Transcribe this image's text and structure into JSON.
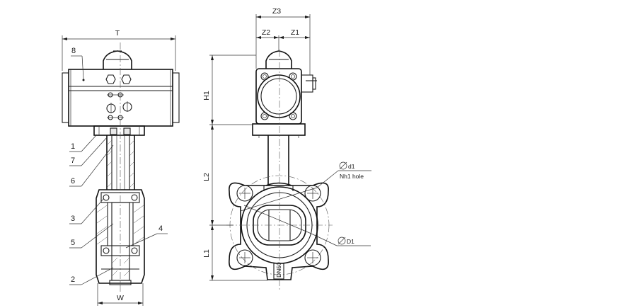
{
  "front_view": {
    "dimensions": {
      "overall_width": "T",
      "body_width": "W"
    },
    "callouts": [
      "8",
      "1",
      "7",
      "6",
      "3",
      "5",
      "2",
      "4"
    ]
  },
  "side_view": {
    "dimensions": {
      "top_width": "Z3",
      "left_offset": "Z2",
      "right_offset": "Z1",
      "actuator_height": "H1",
      "neck_height": "L2",
      "lower_height": "L1"
    },
    "annotations": {
      "bolt_hole_dia": "d1",
      "bolt_hole_count": "Nh1 hole",
      "flange_dia": "D1",
      "body_mark": "DN50"
    }
  }
}
